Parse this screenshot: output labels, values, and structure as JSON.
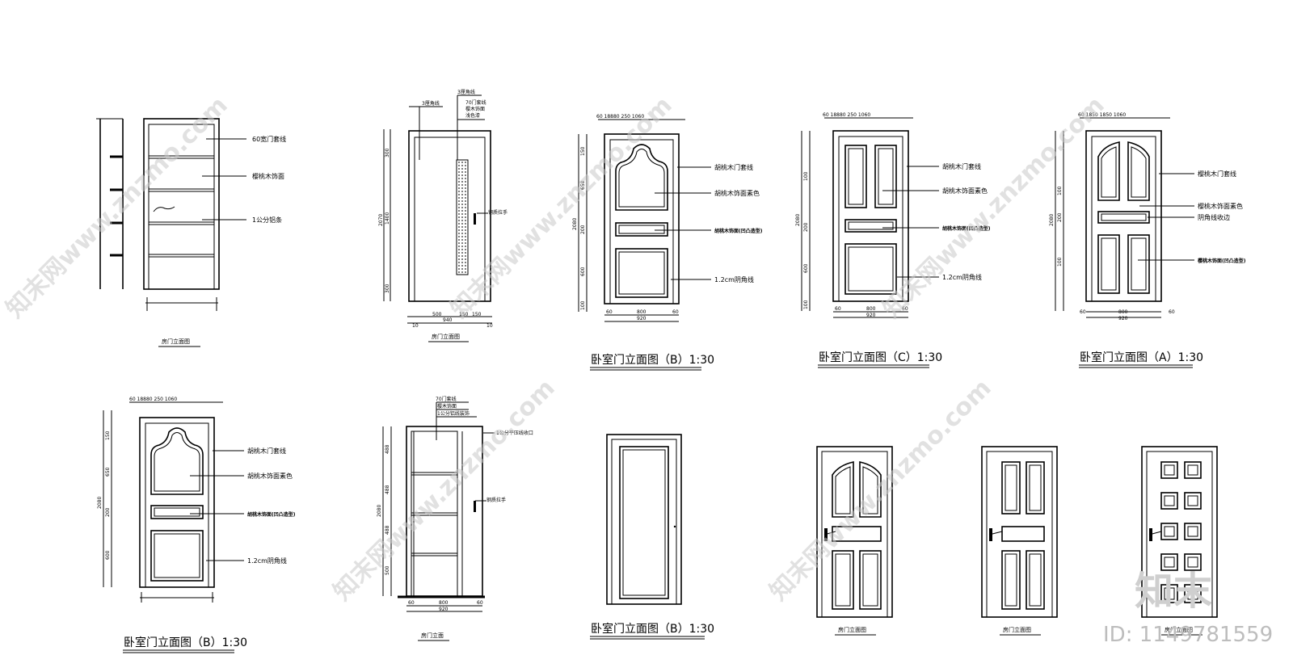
{
  "labels": {
    "d1_a": "60宽门套线",
    "d1_b": "樱桃木饰面",
    "d1_c": "1公分铝条",
    "d2_a": "3厘角线",
    "d2_b": "3厘角线",
    "d2_c": "70门套线",
    "d2_d": "樱木饰面",
    "d2_e": "浅色漆",
    "d2_f": "钢质拉手",
    "b_a": "胡桃木门套线",
    "b_b": "胡桃木饰面素色",
    "b_c": "胡桃木饰面(凹凸造型)",
    "b_d": "1.2cm阴角线",
    "a_a": "樱桃木门套线",
    "a_b": "樱桃木饰面素色",
    "a_c": "阴角线收边",
    "a_d": "樱桃木饰面(凹凸造型)",
    "g_a": "70门套线",
    "g_b": "樱木饰面",
    "g_c": "1公分铝线装饰",
    "g_d": "1公分平压线收口",
    "g_e": "钢质拉手"
  },
  "dims": {
    "d2_h": "2070",
    "d2_top": "300",
    "d2_mid": "1400",
    "d2_bot": "300",
    "d2_w1": "500",
    "d2_w2": "940",
    "d2_w3": "150",
    "d2_w4": "150",
    "d2_e1": "10",
    "d2_e2": "10",
    "top_b": "60  18880   250   1060",
    "top_a": "60  1850   1850   1060",
    "h2080": "2080",
    "h150": "150",
    "h650": "650",
    "h200": "200",
    "h600": "600",
    "h100": "100",
    "w60": "60",
    "w800": "800",
    "w920": "920",
    "g_488a": "488",
    "g_488b": "488",
    "g_488c": "488",
    "g_500": "500",
    "g_2080": "2080"
  },
  "captions": {
    "c1": "房门立面图",
    "c2": "房门立面图",
    "c3": "卧室门立面图（B）1:30",
    "c4": "卧室门立面图（C）1:30",
    "c5": "卧室门立面图（A）1:30",
    "c6": "卧室门立面图（B）1:30",
    "c7": "房门立面",
    "c8": "卧室门立面图（B）1:30",
    "c9": "房门立面图",
    "c10": "房门立面图",
    "c11": "房门立面图"
  },
  "watermark": {
    "text": "知末网www.znzmo.com",
    "logo": "知末",
    "id": "ID: 1149781559"
  }
}
